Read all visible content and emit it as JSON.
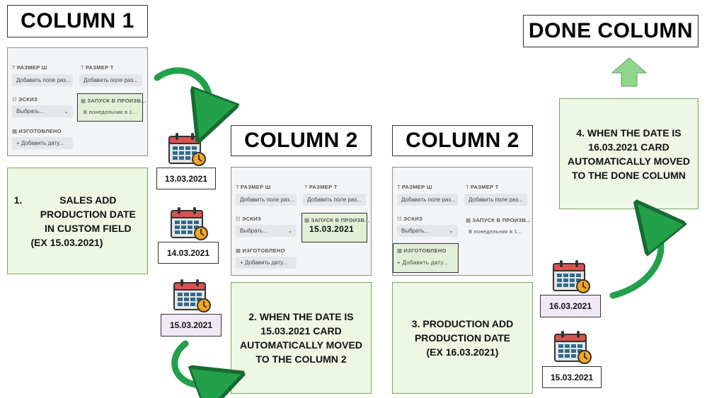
{
  "titles": {
    "col1": "COLUMN 1",
    "col2a": "COLUMN 2",
    "col2b": "COLUMN 2",
    "done": "DONE COLUMN"
  },
  "form": {
    "size_w_label": "РАЗМЕР Ш",
    "size_w_placeholder": "Добавить поле раз...",
    "size_t_label": "РАЗМЕР Т",
    "size_t_placeholder": "Добавить поле раз...",
    "sketch_label": "ЭСКИЗ",
    "sketch_value": "Выбрать...",
    "launch_label": "ЗАПУСК В ПРОИЗВ...",
    "launch_value": "В понедельник в 1...",
    "launch_value_entered": "15.03.2021",
    "made_label": "ИЗГОТОВЛЕНО",
    "made_add": "Добавить дату..."
  },
  "steps": {
    "step1": {
      "number": "1.",
      "text": "SALES ADD PRODUCTION DATE IN CUSTOM FIELD",
      "example": "(EX 15.03.2021)"
    },
    "step2": {
      "line1": "2. WHEN THE DATE IS",
      "line2": "15.03.2021 CARD",
      "line3": "AUTOMATICALLY MOVED",
      "line4": "TO THE COLUMN 2"
    },
    "step3": {
      "line1": "3. PRODUCTION ADD",
      "line2": "PRODUCTION DATE",
      "line3": "(EX 16.03.2021)"
    },
    "step4": {
      "line1": "4. WHEN THE DATE IS",
      "line2": "16.03.2021 CARD",
      "line3": "AUTOMATICALLY MOVED",
      "line4": "TO THE DONE COLUMN"
    }
  },
  "dates": {
    "d1": "13.03.2021",
    "d2": "14.03.2021",
    "d3": "15.03.2021",
    "d4": "16.03.2021",
    "d5": "15.03.2021"
  },
  "icons": {
    "calendar": "calendar-icon",
    "clock": "clock-icon",
    "text_field": "text-field-icon",
    "list_field": "list-field-icon",
    "date_field": "date-field-icon"
  },
  "colors": {
    "note_bg": "#eef6e4",
    "note_border": "#7aa85a",
    "arrow_green": "#22a04a",
    "up_arrow_green": "#8fd68b",
    "calendar_red": "#d9534f",
    "calendar_blue": "#2f6b8f",
    "clock_orange": "#f5a623"
  }
}
